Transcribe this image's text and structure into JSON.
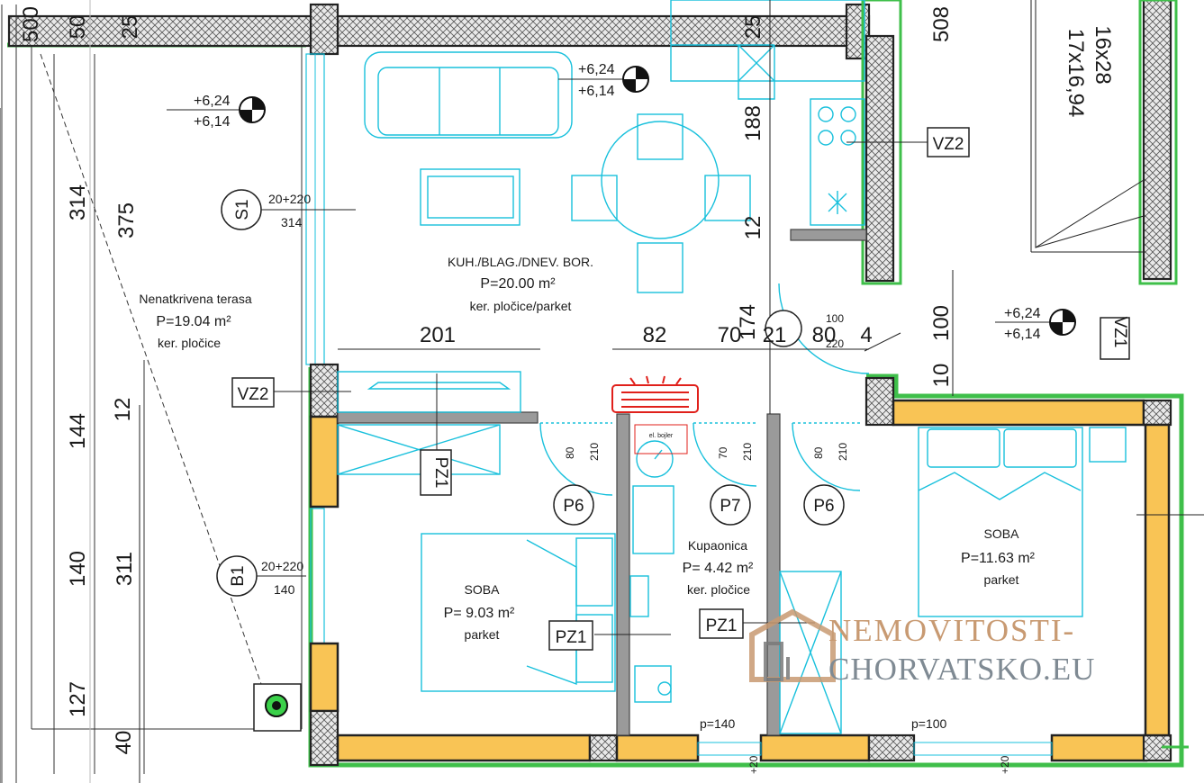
{
  "rooms": {
    "terrace": {
      "name": "Nenatkrivena terasa",
      "area": "P=19.04 m²",
      "floor": "ker. pločice"
    },
    "kitchen": {
      "name": "KUH./BLAG./DNEV. BOR.",
      "area": "P=20.00 m²",
      "floor": "ker. pločice/parket"
    },
    "bedroom1": {
      "name": "SOBA",
      "area": "P= 9.03 m²",
      "floor": "parket"
    },
    "bathroom": {
      "name": "Kupaonica",
      "area": "P= 4.42 m²",
      "floor": "ker. pločice"
    },
    "bedroom2": {
      "name": "SOBA",
      "area": "P=11.63 m²",
      "floor": "parket"
    }
  },
  "elevations": {
    "top": "+6,24",
    "bottom": "+6,14"
  },
  "tags": {
    "vz2": "VZ2",
    "vz1": "VZ1",
    "pz1": "PZ1",
    "s1": "S1",
    "b1": "B1",
    "p6": "P6",
    "p7": "P7"
  },
  "openings": {
    "s1_size": "20+220",
    "s1_width": "314",
    "b1_size": "20+220",
    "b1_width": "140",
    "door80": "80",
    "door70": "70",
    "door210": "210",
    "entry_w": "100",
    "entry_h": "220",
    "p140": "p=140",
    "p100": "p=100",
    "p20": "+20"
  },
  "dimensions": {
    "d500": "500",
    "d50": "50",
    "d25": "25",
    "d314": "314",
    "d375": "375",
    "d144": "144",
    "d12": "12",
    "d140": "140",
    "d311": "311",
    "d127": "127",
    "d40": "40",
    "d201": "201",
    "d82": "82",
    "d70": "70",
    "d174": "174",
    "d21": "21",
    "d80": "80",
    "d4": "4",
    "d188": "188",
    "d508": "508",
    "d100": "100",
    "d10": "10",
    "stairs_a": "16x28",
    "stairs_b": "17x16,94"
  },
  "boiler": "el. bojler",
  "watermark": {
    "line1": "NEMOVITOSTI-",
    "line2": "CHORVATSKO.EU"
  },
  "colors": {
    "insulation": "#f9c455",
    "fixtures": "#18c0dc",
    "outline": "#3fbf4a",
    "boiler": "#e0201b",
    "watermark": "#c89a72"
  }
}
